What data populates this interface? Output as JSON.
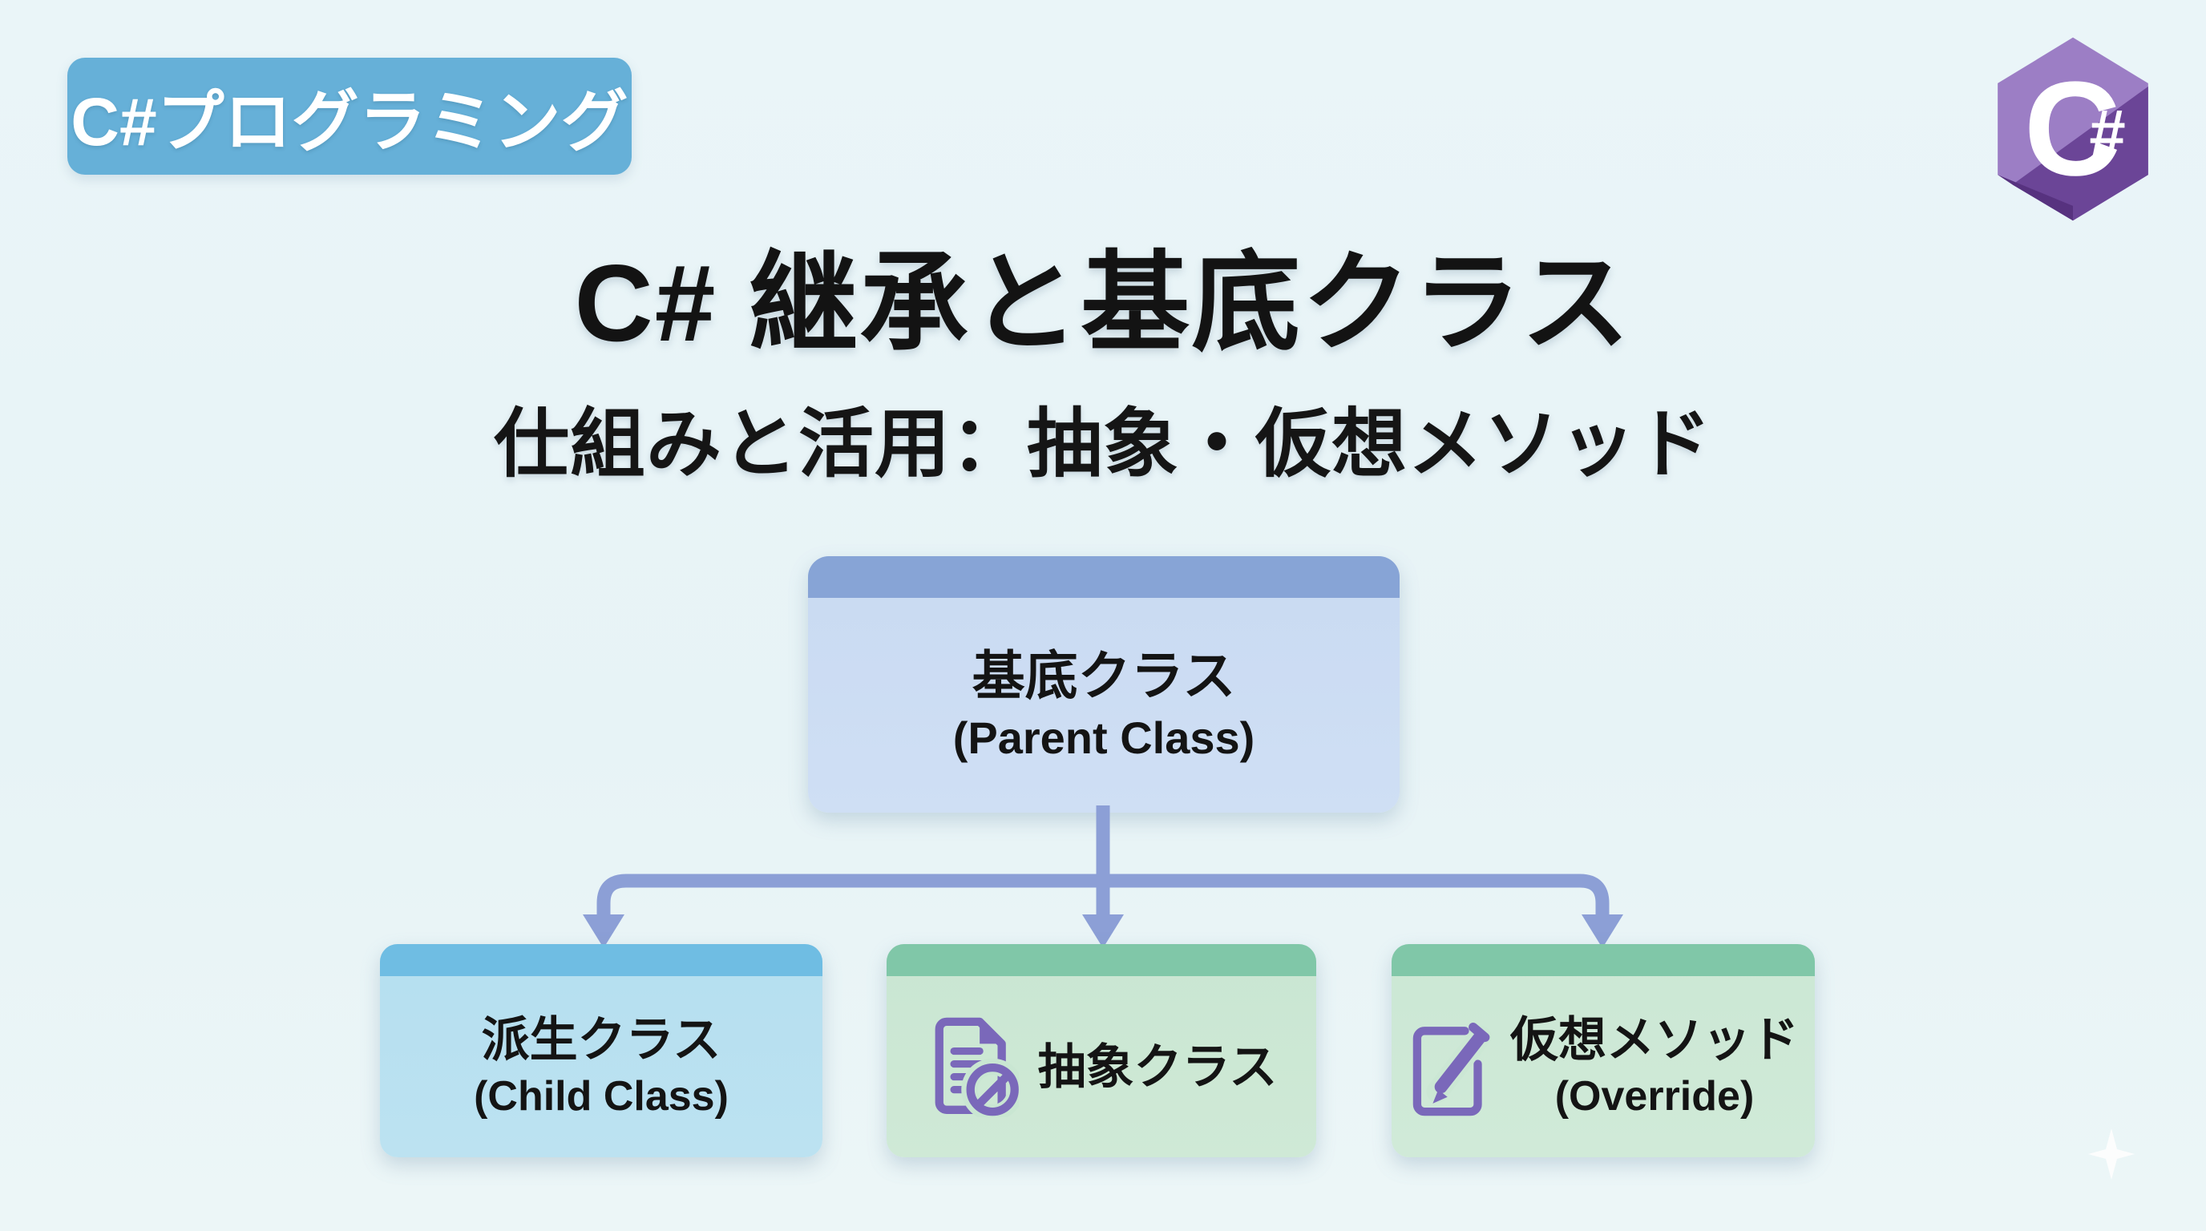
{
  "page": {
    "background": "#e9f4f7"
  },
  "badge": {
    "label": "C#プログラミング",
    "bg_color": "#66b0d8",
    "text_color": "#ffffff"
  },
  "logo": {
    "name": "csharp-logo",
    "letter": "C",
    "hash": "#",
    "color_light": "#9c7ec5",
    "color_dark": "#6b4597",
    "glyph_color": "#ffffff"
  },
  "header": {
    "title": "C# 継承と基底クラス",
    "subtitle": "仕組みと活用：抽象・仮想メソッド"
  },
  "diagram": {
    "arrow_color": "#8c9fd6",
    "parent": {
      "title": "基底クラス",
      "subtitle": "(Parent Class)",
      "header_color": "#87a4d6",
      "body_color": "#c9daf2"
    },
    "children": [
      {
        "title": "派生クラス",
        "subtitle": "(Child Class)",
        "header_color": "#6fbde3",
        "body_color": "#b5dff0",
        "icon": ""
      },
      {
        "title": "抽象クラス",
        "subtitle": "",
        "header_color": "#80c7a8",
        "body_color": "#c9e6d2",
        "icon": "document-blocked-icon"
      },
      {
        "title": "仮想メソッド",
        "subtitle": "(Override)",
        "header_color": "#80c7a8",
        "body_color": "#cbe7d4",
        "icon": "edit-pencil-icon"
      }
    ]
  }
}
